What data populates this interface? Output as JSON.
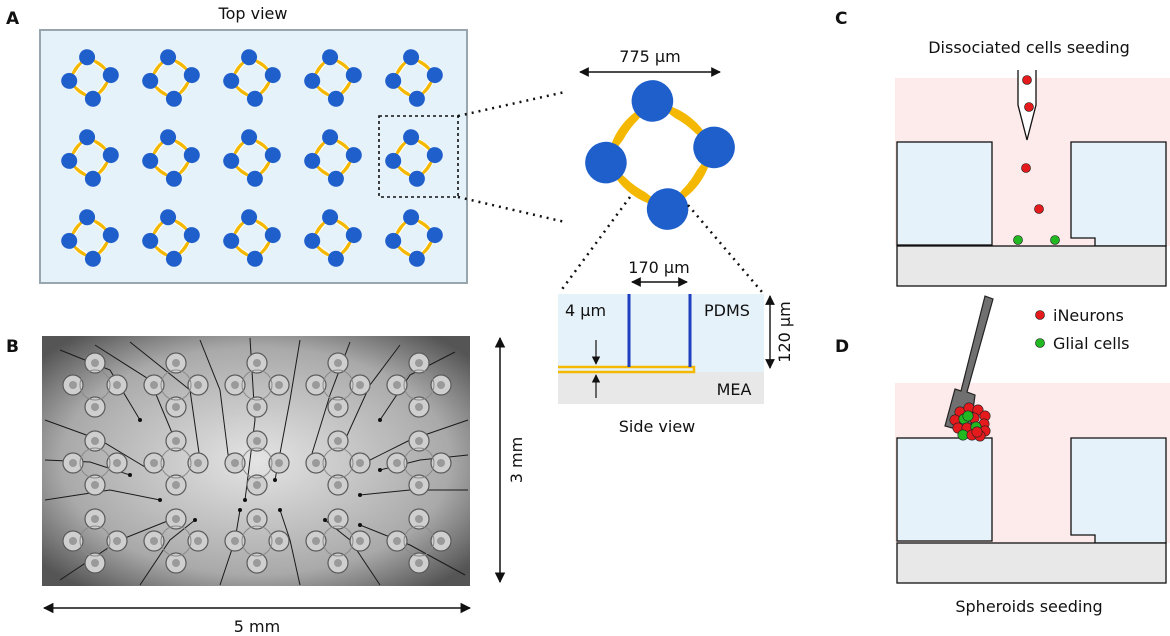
{
  "panels": {
    "a": "A",
    "b": "B",
    "c": "C",
    "d": "D"
  },
  "panel_a": {
    "top_view_label": "Top view",
    "zoom_diameter_label": "775 µm",
    "channel_width_label": "170 µm",
    "height_small_label": "4 µm",
    "height_large_label": "120 µm",
    "pdms_label": "PDMS",
    "mea_label": "MEA",
    "side_view_label": "Side view",
    "grid_rows": 3,
    "grid_cols": 5,
    "colors": {
      "chamber_fill": "#e6f2fa",
      "node_blue": "#1f5fcc",
      "channel_yellow": "#f5b800",
      "mea_gray": "#e8e8e8",
      "electrode_line": "#1f3fbf"
    }
  },
  "panel_b": {
    "height_label": "3 mm",
    "width_label": "5 mm"
  },
  "panel_c": {
    "title": "Dissociated cells seeding"
  },
  "panel_d": {
    "legend": [
      {
        "label": "iNeurons",
        "color": "#e41a1c"
      },
      {
        "label": "Glial cells",
        "color": "#22b822"
      }
    ],
    "caption": "Spheroids seeding"
  }
}
